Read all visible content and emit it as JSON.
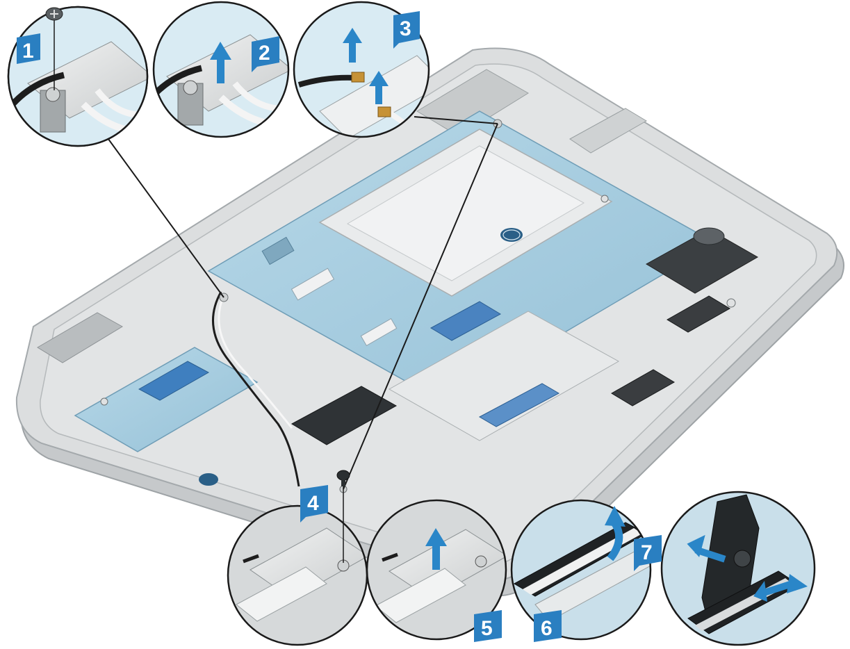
{
  "figure": {
    "steps": [
      {
        "number": "1",
        "action": "remove-screw"
      },
      {
        "number": "2",
        "action": "lift-bracket"
      },
      {
        "number": "3",
        "action": "disconnect-antenna-cables"
      },
      {
        "number": "4",
        "action": "remove-screw"
      },
      {
        "number": "5",
        "action": "lift-bracket"
      },
      {
        "number": "6",
        "action": "open-latch"
      },
      {
        "number": "7",
        "action": "disconnect-cable"
      }
    ],
    "colors": {
      "callout": "#2a7fc1",
      "arrow": "#2a86c8",
      "board": "#a9cfe2",
      "board_dark": "#8cb9d1",
      "chassis": "#d9dbdc",
      "chassis_edge": "#9ea3a6",
      "metal": "#e4e6e7",
      "cable_black": "#1d1d1d",
      "cable_white": "#f4f4f4",
      "leader": "#1a1a1a"
    }
  }
}
